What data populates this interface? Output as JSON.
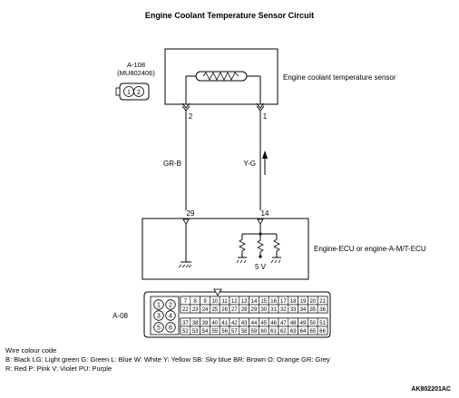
{
  "title": "Engine Coolant Temperature Sensor Circuit",
  "sensor": {
    "connector_id": "A-108",
    "connector_part": "(MU802406)",
    "pin_a": "1",
    "pin_b": "2",
    "label": "Engine coolant temperature sensor",
    "terminal_left": "2",
    "terminal_right": "1"
  },
  "wires": {
    "left": "GR-B",
    "right": "Y-G"
  },
  "ecu": {
    "terminal_left": "29",
    "terminal_right": "14",
    "voltage": "5 V",
    "label": "Engine-ECU or engine-A-M/T-ECU"
  },
  "ecu_connector": {
    "id": "A-08",
    "big_pins": [
      "1",
      "2",
      "3",
      "4",
      "5",
      "6"
    ],
    "row1": [
      "7",
      "8",
      "9",
      "10",
      "11",
      "12",
      "13",
      "14",
      "15",
      "16",
      "17",
      "18",
      "19",
      "20",
      "21"
    ],
    "row2": [
      "22",
      "23",
      "24",
      "25",
      "26",
      "27",
      "28",
      "29",
      "30",
      "31",
      "32",
      "33",
      "34",
      "35",
      "36"
    ],
    "row3": [
      "37",
      "38",
      "39",
      "40",
      "41",
      "42",
      "43",
      "44",
      "45",
      "46",
      "47",
      "48",
      "49",
      "50",
      "51"
    ],
    "row4": [
      "52",
      "53",
      "54",
      "55",
      "56",
      "57",
      "58",
      "59",
      "60",
      "61",
      "62",
      "63",
      "64",
      "65",
      "66"
    ]
  },
  "legend": {
    "heading": "Wire colour code",
    "line1": "B: Black  LG: Light green  G: Green  L: Blue  W: White  Y: Yellow  SB: Sky blue  BR: Brown  O: Orange  GR: Grey",
    "line2": "R: Red  P: Pink  V: Violet  PU: Purple"
  },
  "figure_id": "AK802201AC"
}
